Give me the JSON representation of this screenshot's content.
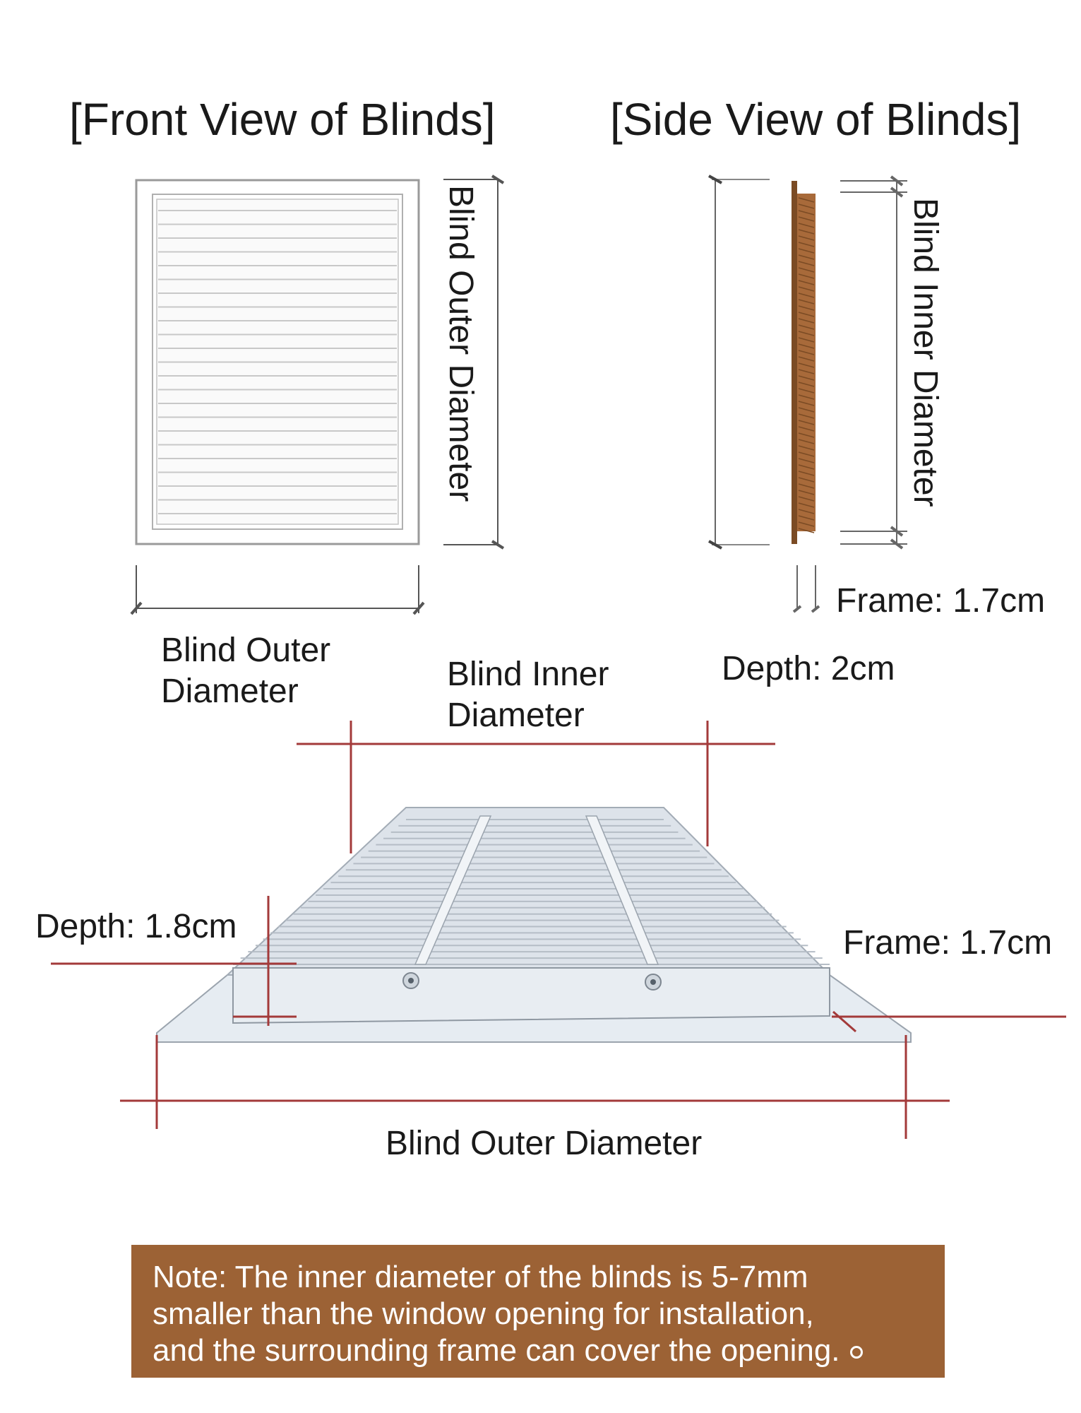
{
  "titles": {
    "front": "[Front View of Blinds]",
    "side": "[Side View of Blinds]"
  },
  "labels": {
    "front_height": "Blind Outer Diameter",
    "side_height": "Blind Inner Diameter",
    "front_width_line1": "Blind Outer",
    "front_width_line2": "Diameter",
    "inner_line1": "Blind Inner",
    "inner_line2": "Diameter",
    "side_depth": "Depth: 2cm",
    "side_frame": "Frame: 1.7cm",
    "persp_depth": "Depth: 1.8cm",
    "persp_frame": "Frame: 1.7cm",
    "persp_outer": "Blind Outer Diameter"
  },
  "note": {
    "line1": "Note: The inner diameter of the blinds is 5-7mm",
    "line2": "smaller than the window opening for installation,",
    "line3": "and the surrounding frame can cover the opening."
  },
  "colors": {
    "dimension_line": "#a33a3a",
    "wood_slat": "#a86a3a",
    "note_background": "#9c6235"
  }
}
